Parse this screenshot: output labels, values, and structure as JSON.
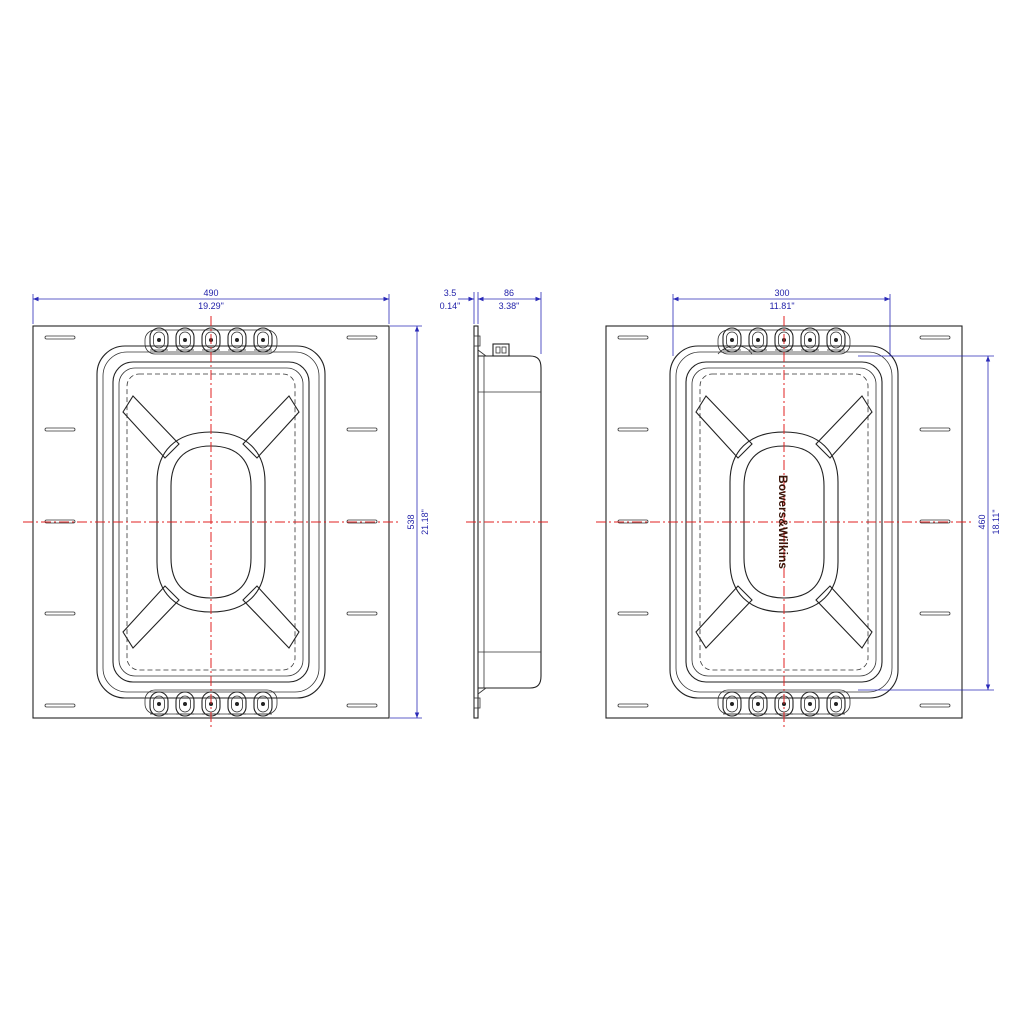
{
  "dimensions": {
    "front_width": {
      "mm": "490",
      "inch": "19.29\""
    },
    "front_height": {
      "mm": "538",
      "inch": "21.18\""
    },
    "side_flange": {
      "mm": "3.5",
      "inch": "0.14\""
    },
    "side_depth": {
      "mm": "86",
      "inch": "3.38\""
    },
    "rear_width": {
      "mm": "300",
      "inch": "11.81\""
    },
    "rear_height": {
      "mm": "460",
      "inch": "18.11\""
    }
  },
  "brand": {
    "logo_text": "Bowers&Wilkins"
  },
  "colors": {
    "outline": "#222222",
    "dimension": "#2a2ab8",
    "centre_line": "#e02020",
    "logo": "#3a1408"
  }
}
